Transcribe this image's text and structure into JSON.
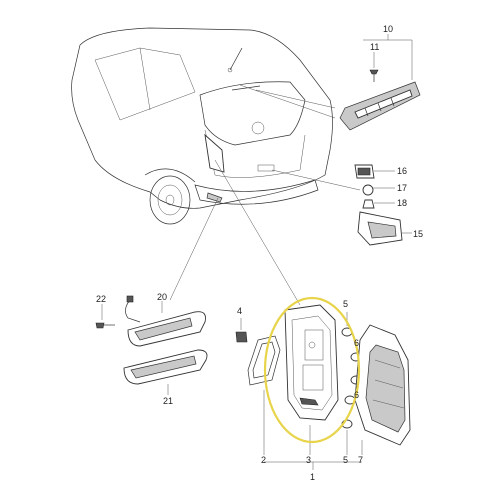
{
  "diagram": {
    "callouts": [
      {
        "id": "c1",
        "text": "1"
      },
      {
        "id": "c2",
        "text": "2"
      },
      {
        "id": "c3",
        "text": "3"
      },
      {
        "id": "c4",
        "text": "4"
      },
      {
        "id": "c5a",
        "text": "5"
      },
      {
        "id": "c5b",
        "text": "5"
      },
      {
        "id": "c6a",
        "text": "6"
      },
      {
        "id": "c6b",
        "text": "6"
      },
      {
        "id": "c7",
        "text": "7"
      },
      {
        "id": "c10",
        "text": "10"
      },
      {
        "id": "c11",
        "text": "11"
      },
      {
        "id": "c15",
        "text": "15"
      },
      {
        "id": "c16",
        "text": "16"
      },
      {
        "id": "c17",
        "text": "17"
      },
      {
        "id": "c18",
        "text": "18"
      },
      {
        "id": "c20",
        "text": "20"
      },
      {
        "id": "c21",
        "text": "21"
      },
      {
        "id": "c22",
        "text": "22"
      }
    ],
    "highlight_color": "#e8d44a",
    "line_color": "#333333"
  }
}
